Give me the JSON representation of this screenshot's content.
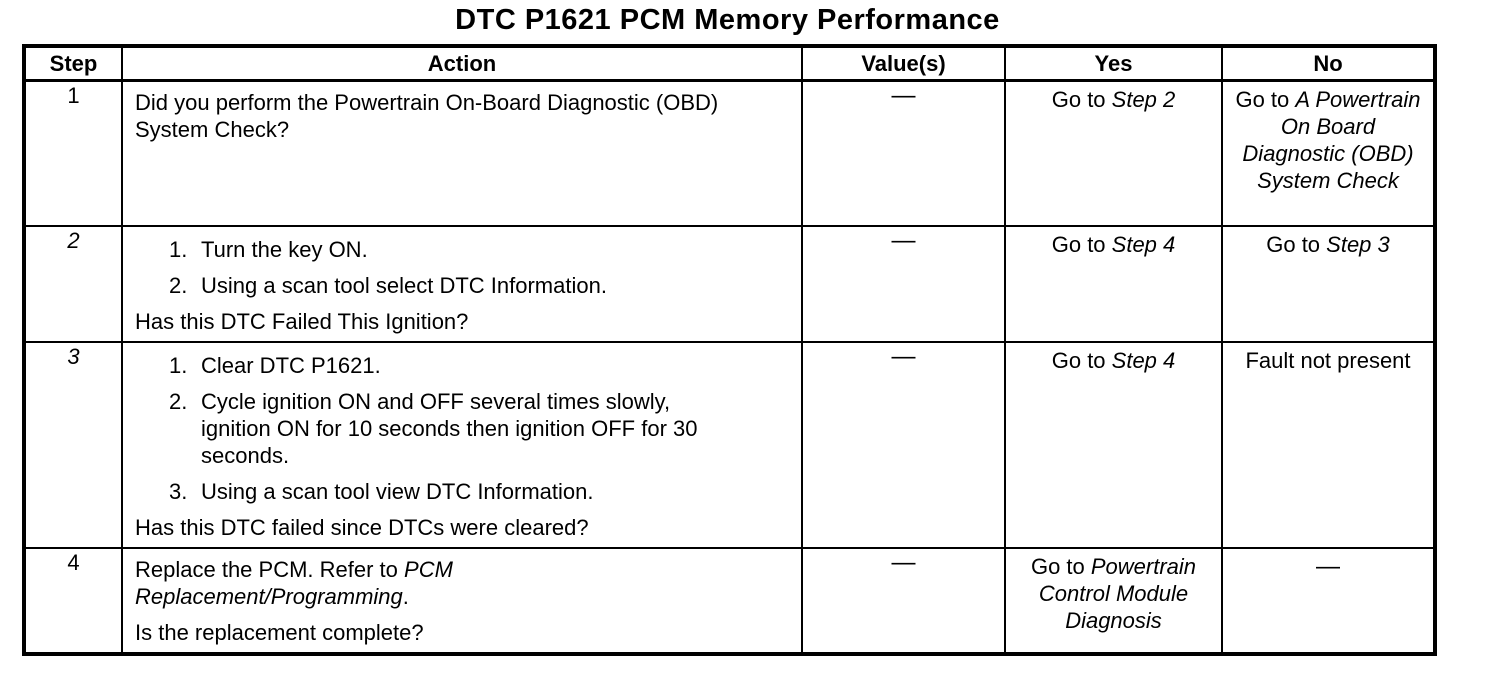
{
  "title": "DTC P1621 PCM Memory Performance",
  "table": {
    "headers": [
      "Step",
      "Action",
      "Value(s)",
      "Yes",
      "No"
    ],
    "rows": [
      {
        "step": "1",
        "question": "Did you perform the Powertrain On-Board Diagnostic (OBD) System Check?",
        "value": "—",
        "yes": {
          "prefix": "Go to ",
          "ref": "Step 2"
        },
        "no": {
          "prefix": "Go to ",
          "ref": "A Powertrain On Board Diagnostic (OBD) System Check"
        }
      },
      {
        "step": "2",
        "items": [
          {
            "num": "1.",
            "text": "Turn the key ON."
          },
          {
            "num": "2.",
            "text": "Using a scan tool select DTC Information."
          }
        ],
        "question": "Has this DTC Failed This Ignition?",
        "value": "—",
        "yes": {
          "prefix": "Go to ",
          "ref": "Step 4"
        },
        "no": {
          "prefix": "Go to ",
          "ref": "Step 3"
        }
      },
      {
        "step": "3",
        "items": [
          {
            "num": "1.",
            "text": "Clear DTC P1621."
          },
          {
            "num": "2.",
            "text": "Cycle ignition ON and OFF several times slowly, ignition ON for 10 seconds then ignition OFF for 30 seconds."
          },
          {
            "num": "3.",
            "text": "Using a scan tool view DTC Information."
          }
        ],
        "question": "Has this DTC failed since DTCs were cleared?",
        "value": "—",
        "yes": {
          "prefix": "Go to ",
          "ref": "Step 4"
        },
        "no": {
          "prefix": "Fault not present",
          "ref": ""
        }
      },
      {
        "step": "4",
        "action_prefix": "Replace the PCM. Refer to ",
        "action_ref": "PCM Replacement/Programming",
        "action_suffix": ".",
        "question": "Is the replacement complete?",
        "value": "—",
        "yes": {
          "prefix": "Go to ",
          "ref": "Powertrain Control Module Diagnosis"
        },
        "no": {
          "prefix": "—",
          "ref": ""
        }
      }
    ]
  }
}
